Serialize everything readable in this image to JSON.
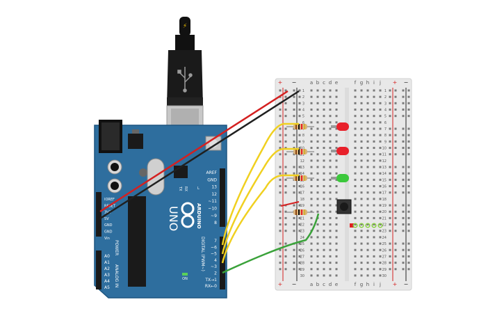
{
  "arduino": {
    "logo": "ARDUINO",
    "model": "UNO",
    "on_label": "ON",
    "l_label": "L",
    "tx_label": "TX",
    "rx_label": "RX",
    "power_header": "POWER",
    "analog_header": "ANALOG IN",
    "digital_header": "DIGITAL (PWM~)",
    "power_pins": [
      "IOREF",
      "RESET",
      "3V3",
      "5V",
      "GND",
      "GND",
      "Vin"
    ],
    "analog_pins": [
      "A0",
      "A1",
      "A2",
      "A3",
      "A4",
      "A5"
    ],
    "digital_pins_top": [
      "AREF",
      "GND",
      "13",
      "12",
      "~11",
      "~10",
      "~9",
      "8"
    ],
    "digital_pins_bottom": [
      "7",
      "~6",
      "~5",
      "4",
      "~3",
      "2",
      "TX→1",
      "RX←0"
    ],
    "board_color": "#2e6e9e"
  },
  "breadboard": {
    "column_letters_left": [
      "a",
      "b",
      "c",
      "d",
      "e"
    ],
    "column_letters_right": [
      "f",
      "g",
      "h",
      "i",
      "j"
    ],
    "rail_plus": "+",
    "rail_minus": "−",
    "row_count": 30
  },
  "components": {
    "leds": [
      {
        "name": "led-red-1",
        "color": "#e8202a"
      },
      {
        "name": "led-red-2",
        "color": "#e8202a"
      },
      {
        "name": "led-green",
        "color": "#3cc83c"
      }
    ],
    "pushbutton": "pushbutton"
  },
  "wires": {
    "power_color": "#d42020",
    "ground_color": "#202020",
    "signal_color": "#f0d020",
    "button_color": "#3aa23a"
  }
}
